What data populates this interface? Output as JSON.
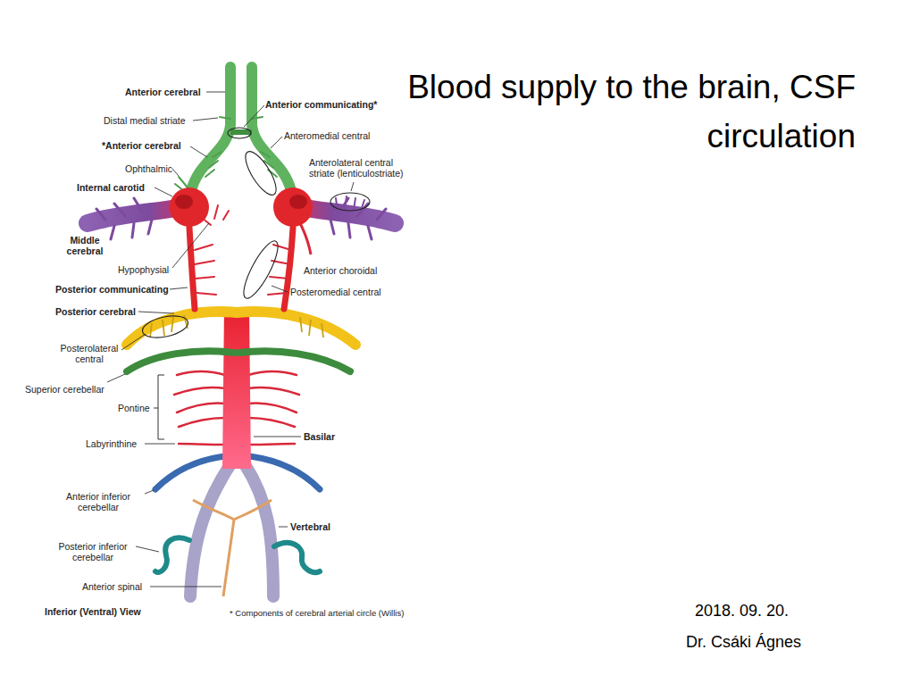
{
  "diagram": {
    "title": "Blood supply to the brain, CSF circulation",
    "labels": [
      "Anterior cerebral",
      "Anterior communicating*",
      "Distal medial striate",
      "Anteromedial central",
      "*Anterior cerebral",
      "Ophthalmic",
      "Anterolateral central striate (lenticulostriate)",
      "Internal carotid",
      "Middle cerebral",
      "Hypophysial",
      "Anterior choroidal",
      "Posterior communicating",
      "Posteromedial central",
      "Posterior cerebral",
      "Posterolateral central",
      "Superior cerebellar",
      "Pontine",
      "Labyrinthine",
      "Basilar",
      "Anterior inferior cerebellar",
      "Vertebral",
      "Posterior inferior cerebellar",
      "Anterior spinal",
      "Inferior (Ventral) View",
      "* Components of cerebral arterial circle (Willis)",
      "2018. 09. 20.",
      "Dr. Csáki Ágnes"
    ]
  }
}
